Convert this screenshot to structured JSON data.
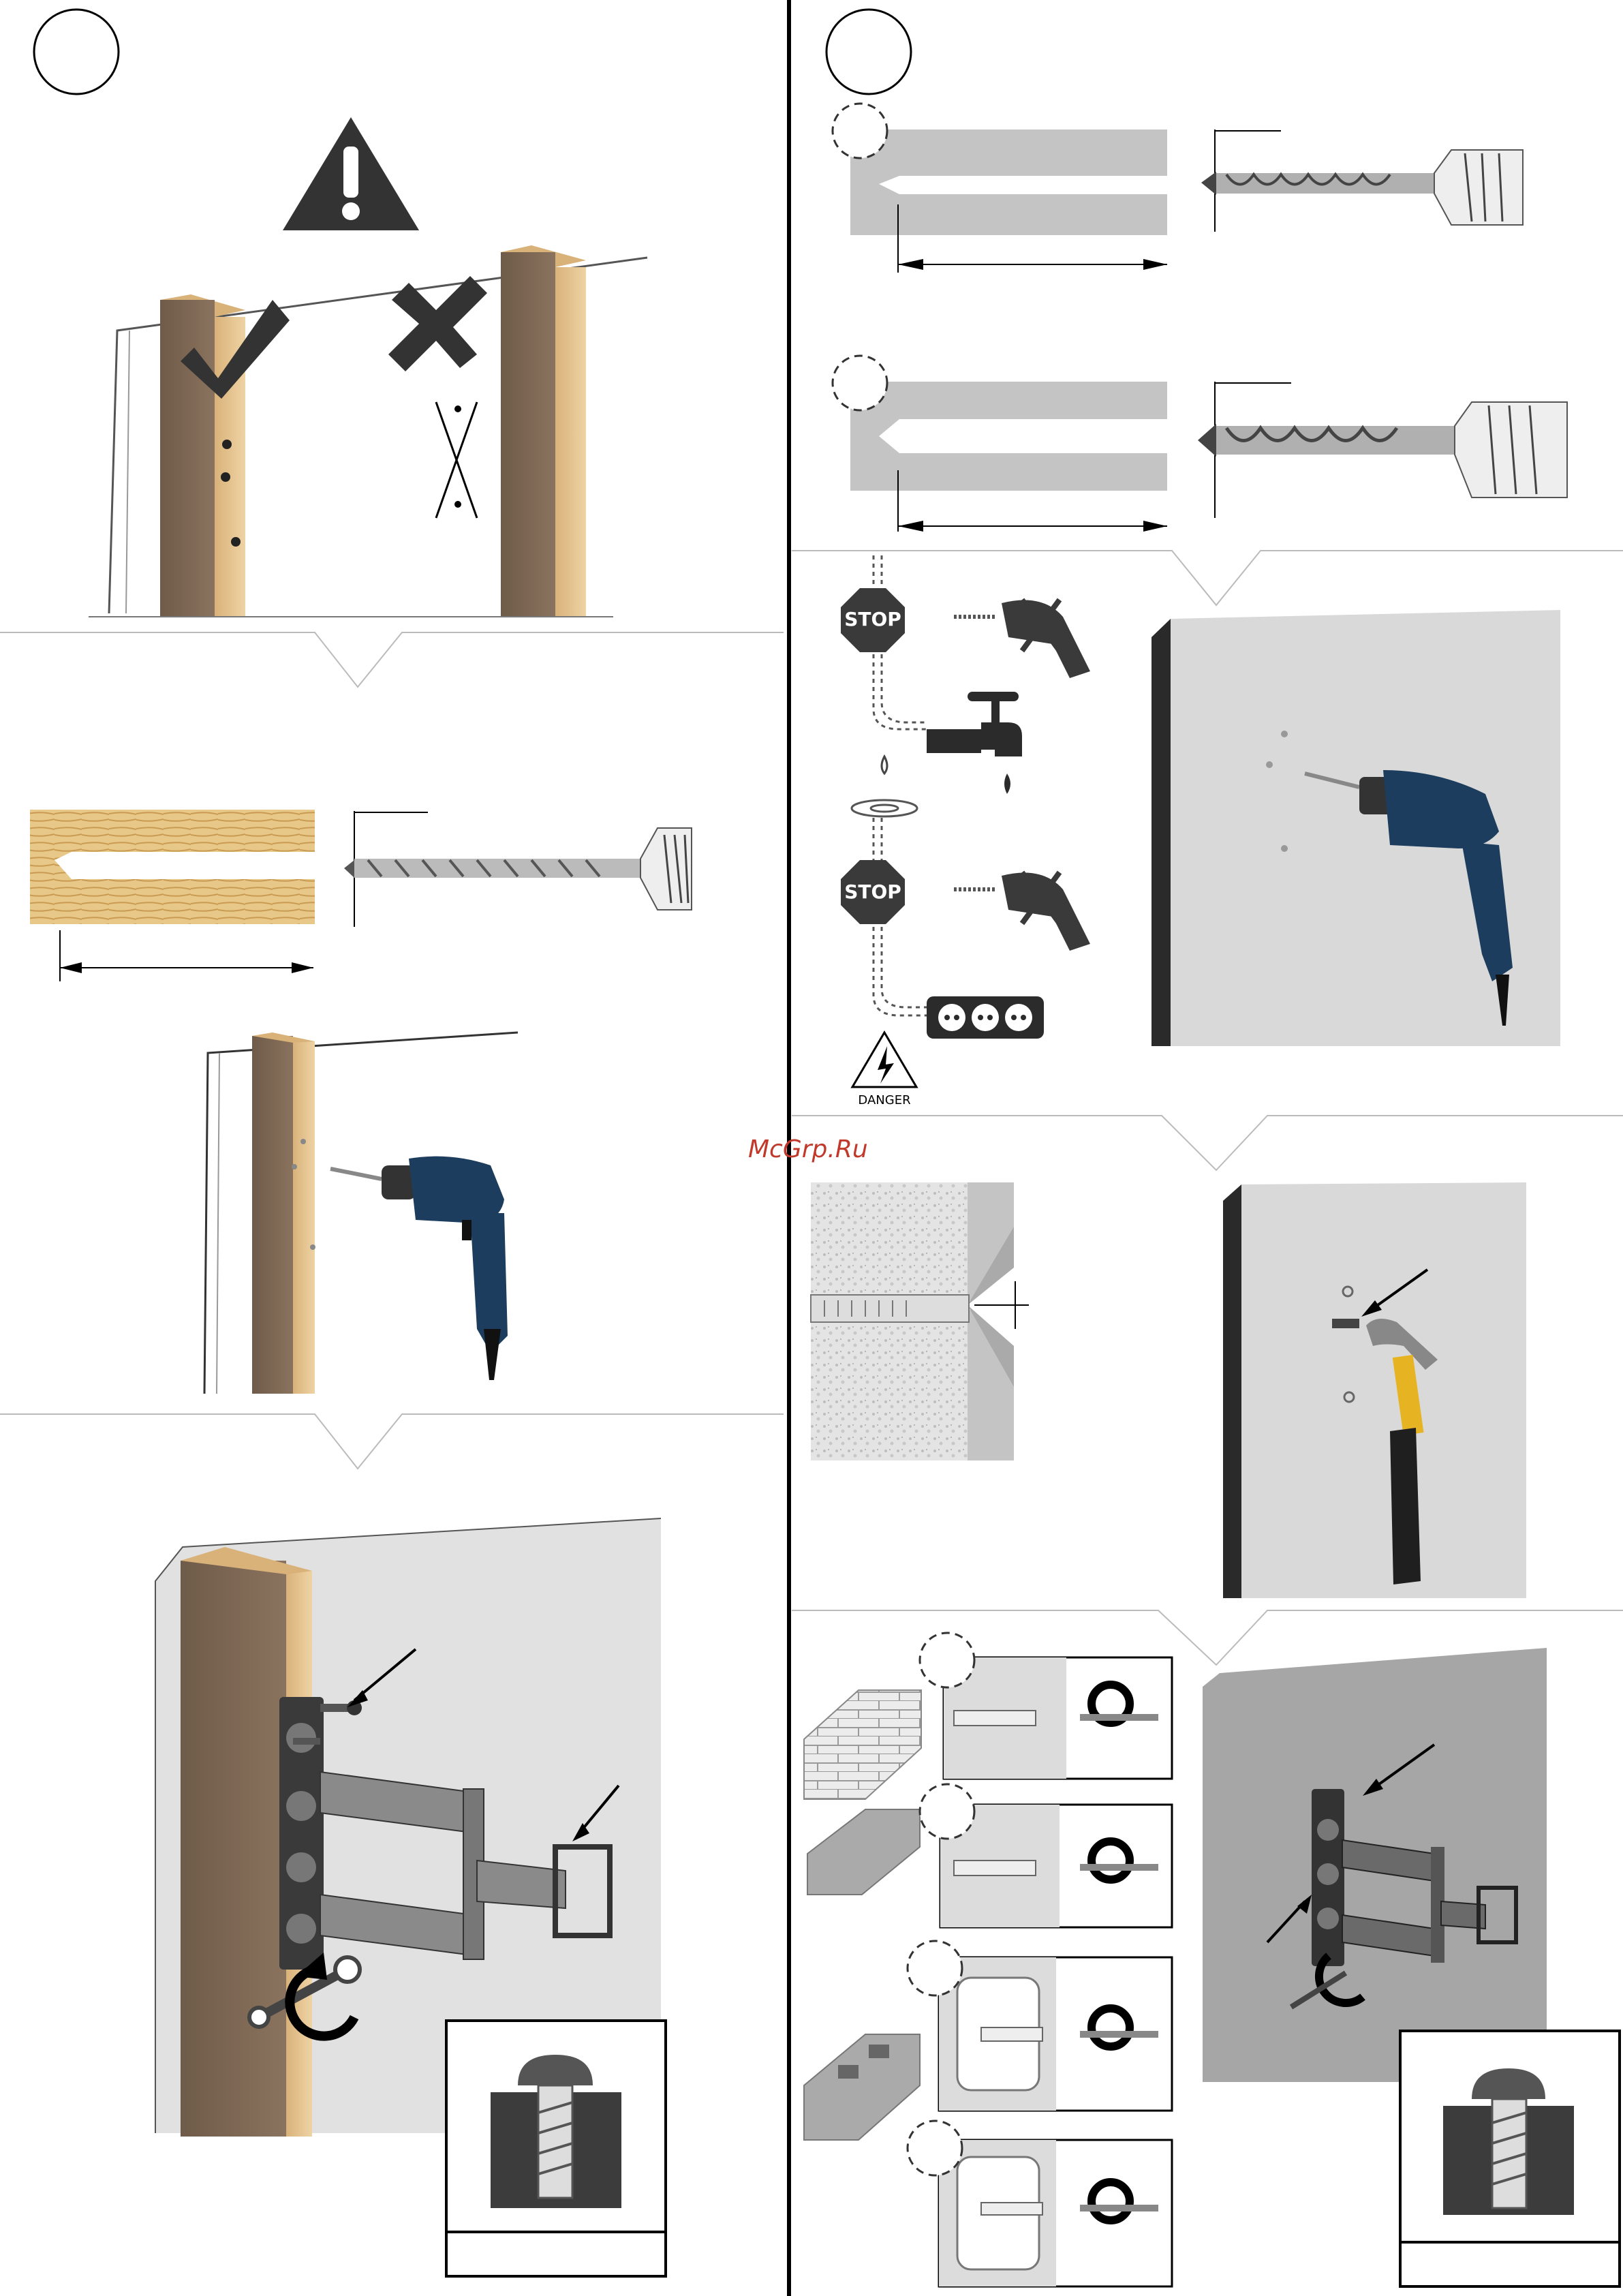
{
  "watermark": {
    "text": "McGrp.Ru",
    "color": "#c0392b"
  },
  "left_column": {
    "step_circle_label": "",
    "warning_icon": "warning-triangle-icon",
    "correct_icon": "checkmark-icon",
    "wrong_icon": "cross-icon"
  },
  "right_column": {
    "step_circle_label": "",
    "stop_label_1": "STOP",
    "stop_label_2": "STOP",
    "danger_label": "DANGER"
  },
  "colors": {
    "wood_dark": "#7a6552",
    "wood_light": "#e0c08f",
    "drill_blue": "#1c3d5e",
    "wall_grey": "#d9d9d9",
    "panel_grey": "#a6a6a6",
    "hammer_yellow": "#e6b422"
  }
}
